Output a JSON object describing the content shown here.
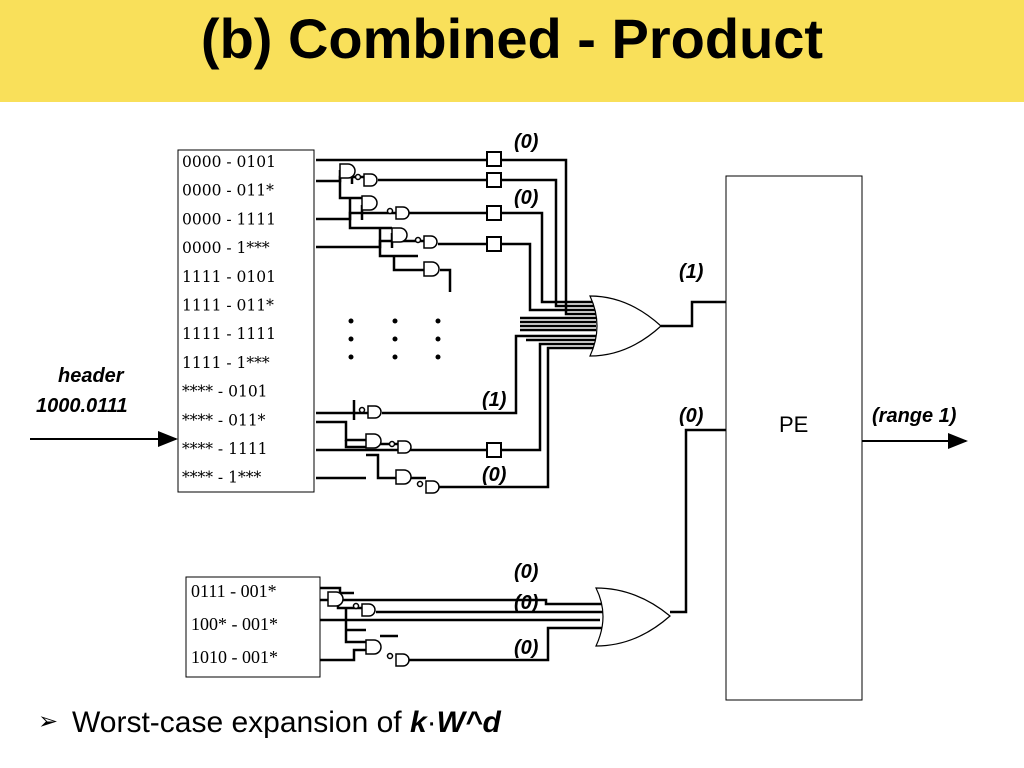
{
  "title": "(b) Combined - Product",
  "table_top": {
    "rows": [
      "0000 - 0101",
      "0000 - 011*",
      "0000 - 1111",
      "0000 - 1***",
      "1111 - 0101",
      "1111 - 011*",
      "1111 - 1111",
      "1111 - 1***",
      "**** - 0101",
      "**** - 011*",
      "**** - 1111",
      "**** - 1***"
    ]
  },
  "table_bottom": {
    "rows": [
      "0111 - 001*",
      "100* - 001*",
      "1010 - 001*"
    ]
  },
  "header_label": {
    "line1": "header",
    "line2": "1000.0111"
  },
  "labels": {
    "out1": "(0)",
    "out2": "(0)",
    "or_top_out": "(1)",
    "mid_one": "(1)",
    "mid_zero": "(0)",
    "pe_in_bottom": "(0)",
    "bottom_a": "(0)",
    "bottom_b": "(0)",
    "bottom_c": "(0)",
    "pe_output": "(range 1)"
  },
  "pe_label": "PE",
  "bullet": {
    "marker": "➢",
    "text": "Worst-case expansion of ",
    "k": "k",
    "dot": "·",
    "w": "W^d"
  },
  "colors": {
    "title_band": "#f9e05a",
    "line": "#000000"
  }
}
